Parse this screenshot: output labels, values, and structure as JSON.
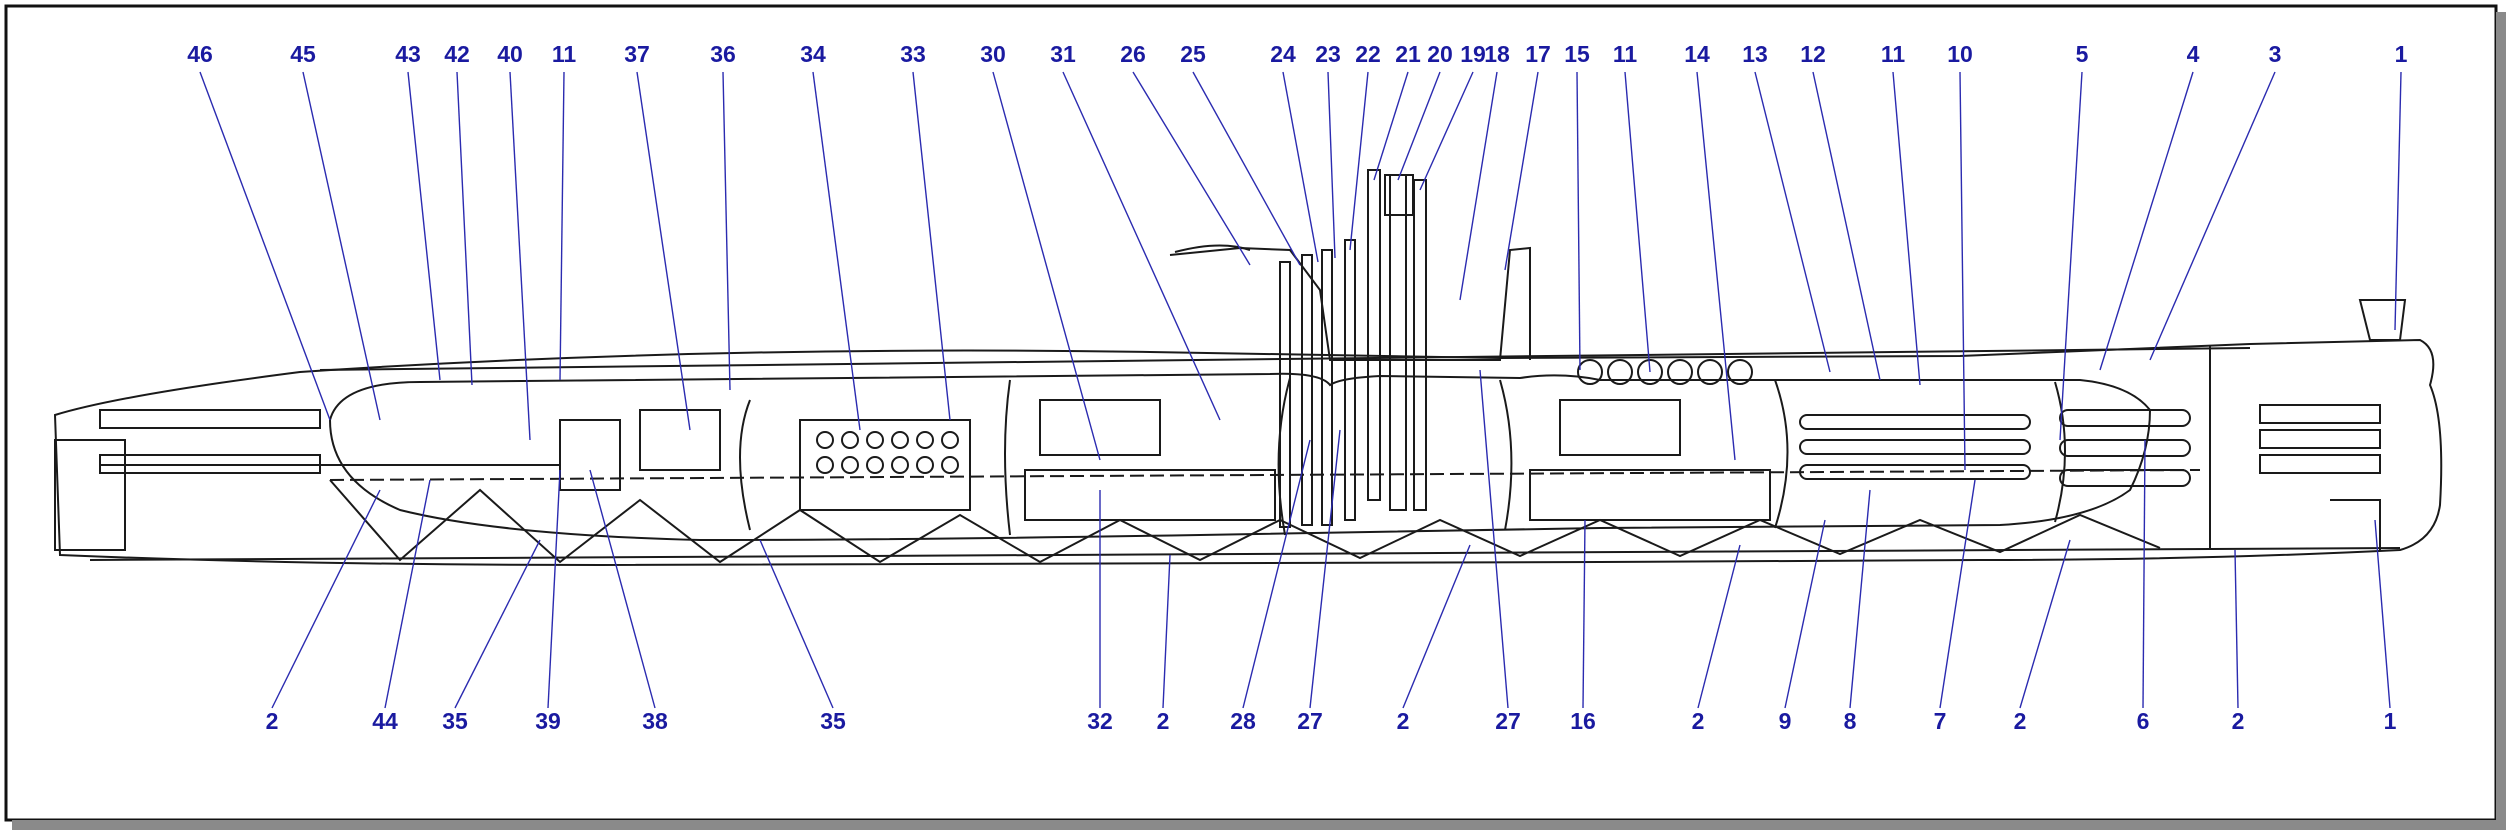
{
  "colors": {
    "leader": "#2b2bb0",
    "label": "#1a1aa0",
    "drawing": "#1a1a1a",
    "frame": "#111111"
  },
  "top_labels": [
    "46",
    "45",
    "43",
    "42",
    "40",
    "11",
    "37",
    "36",
    "34",
    "33",
    "30",
    "31",
    "26",
    "25",
    "24",
    "23",
    "22",
    "21",
    "20",
    "19",
    "18",
    "17",
    "15",
    "11",
    "14",
    "13",
    "12",
    "11",
    "10",
    "5",
    "4",
    "3",
    "1"
  ],
  "bottom_labels": [
    "2",
    "44",
    "35",
    "39",
    "38",
    "35",
    "32",
    "2",
    "28",
    "27",
    "2",
    "27",
    "16",
    "2",
    "9",
    "8",
    "7",
    "2",
    "6",
    "2",
    "1"
  ]
}
